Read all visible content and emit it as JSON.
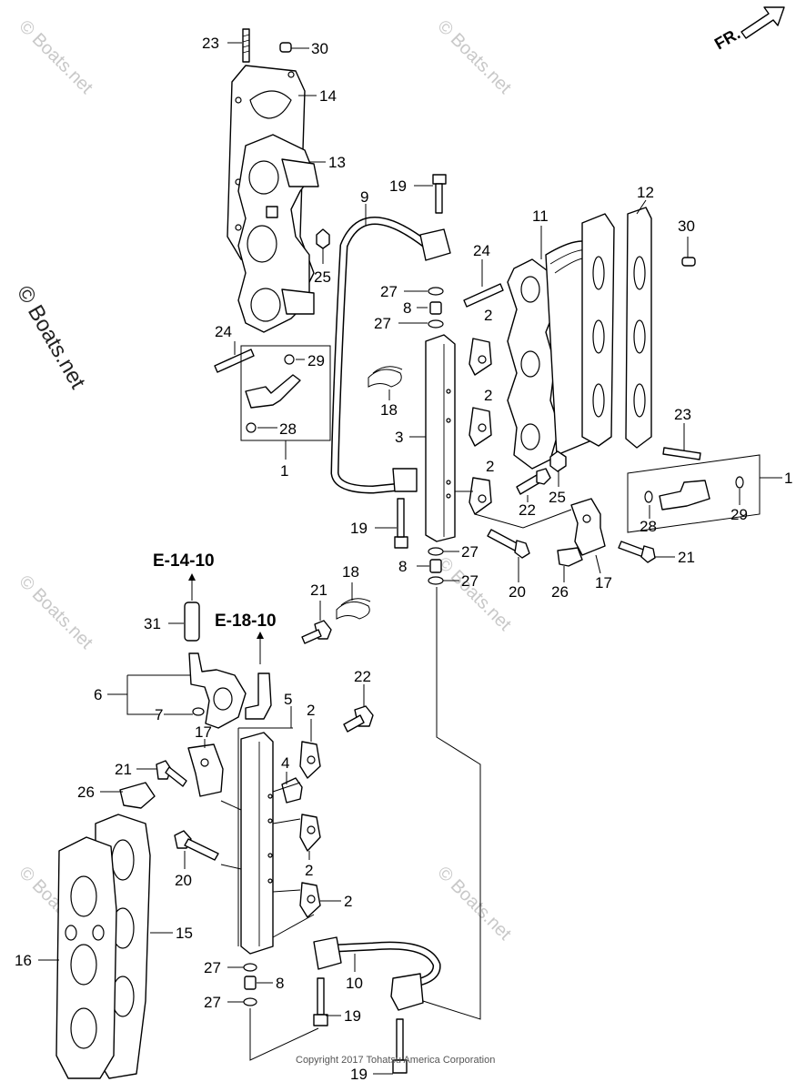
{
  "direction_label": "FR.",
  "references": [
    "E-14-10",
    "E-18-10"
  ],
  "watermark": "© Boats.net",
  "side_watermark": "© Boats.net",
  "copyright": "Copyright 2017 Tohatsu America Corporation",
  "callouts": [
    "23",
    "30",
    "14",
    "13",
    "25",
    "24",
    "29",
    "28",
    "1",
    "9",
    "19",
    "27",
    "8",
    "27",
    "18",
    "3",
    "2",
    "2",
    "2",
    "11",
    "12",
    "30",
    "24",
    "23",
    "22",
    "25",
    "1",
    "28",
    "29",
    "19",
    "27",
    "8",
    "27",
    "20",
    "17",
    "26",
    "21",
    "31",
    "21",
    "18",
    "6",
    "7",
    "5",
    "17",
    "21",
    "26",
    "4",
    "2",
    "22",
    "2",
    "2",
    "20",
    "15",
    "16",
    "10",
    "27",
    "8",
    "27",
    "19",
    "19"
  ]
}
